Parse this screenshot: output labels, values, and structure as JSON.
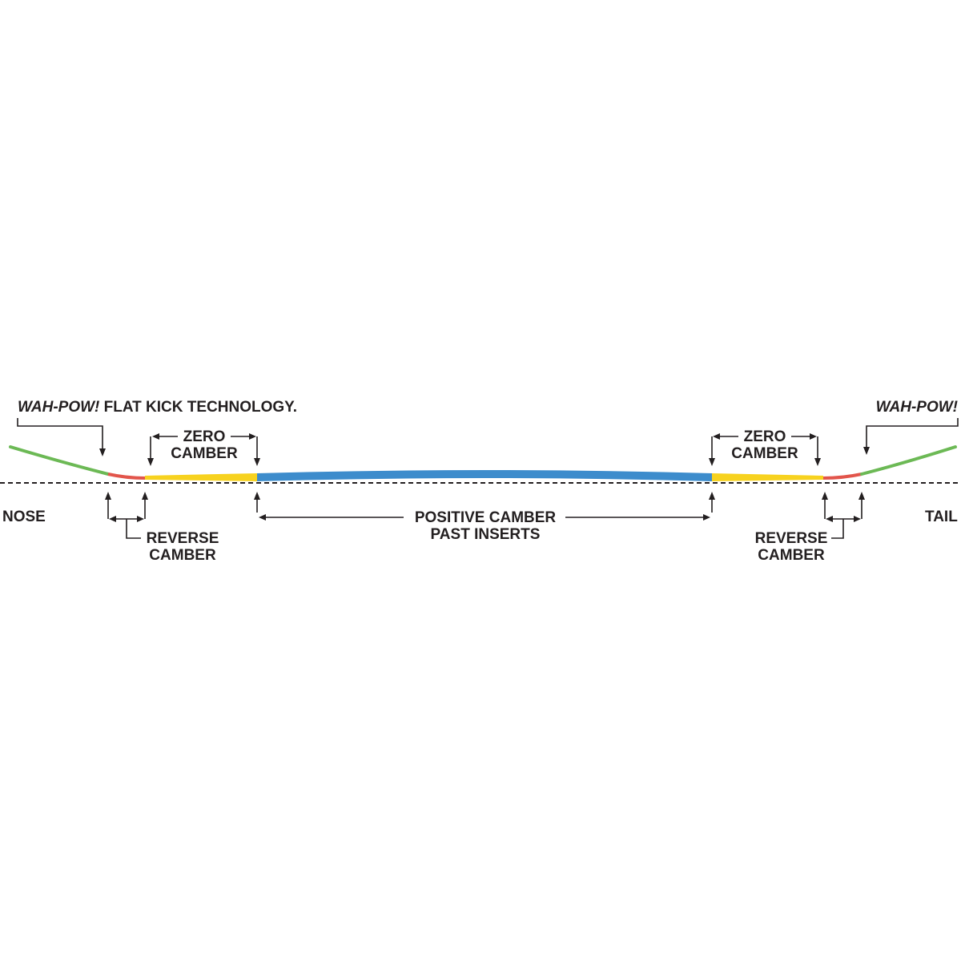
{
  "labels": {
    "nose": "NOSE",
    "tail": "TAIL",
    "wahpow_left_brand": "WAH-POW!",
    "wahpow_left_rest": " FLAT KICK TECHNOLOGY.",
    "wahpow_right": "WAH-POW!",
    "zero_camber_left": [
      "ZERO",
      "CAMBER"
    ],
    "zero_camber_right": [
      "ZERO",
      "CAMBER"
    ],
    "reverse_camber_left": [
      "REVERSE",
      "CAMBER"
    ],
    "reverse_camber_right": [
      "REVERSE",
      "CAMBER"
    ],
    "positive_camber": [
      "POSITIVE CAMBER",
      "PAST INSERTS"
    ]
  },
  "colors": {
    "flat_kick": "#6cb955",
    "reverse_camber": "#e2554b",
    "zero_camber": "#f7d21f",
    "positive_camber": "#3d8ccc",
    "ink": "#231f20"
  },
  "segments": [
    {
      "name": "nose-flat-kick",
      "zone": "flat_kick"
    },
    {
      "name": "nose-reverse-camber",
      "zone": "reverse_camber"
    },
    {
      "name": "nose-zero-camber",
      "zone": "zero_camber"
    },
    {
      "name": "positive-camber",
      "zone": "positive_camber"
    },
    {
      "name": "tail-zero-camber",
      "zone": "zero_camber"
    },
    {
      "name": "tail-reverse-camber",
      "zone": "reverse_camber"
    },
    {
      "name": "tail-flat-kick",
      "zone": "flat_kick"
    }
  ]
}
